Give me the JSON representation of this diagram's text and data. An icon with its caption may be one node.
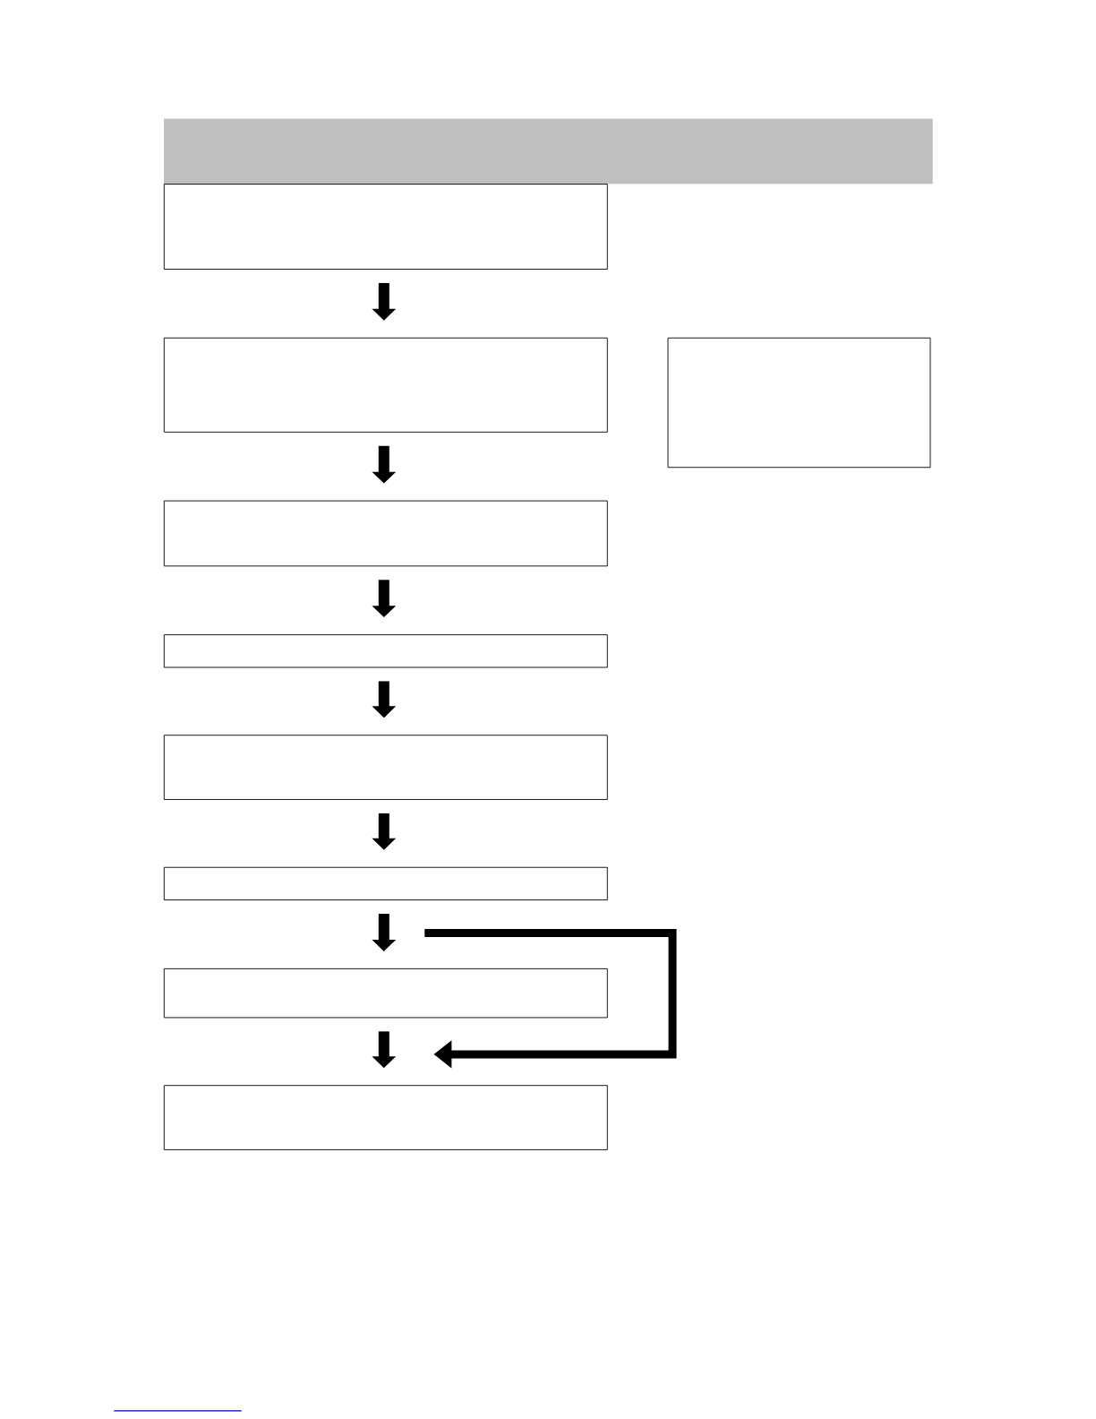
{
  "diagram": {
    "nodes": [
      {
        "text": [],
        "shape": "bar"
      },
      {
        "text": [],
        "shape": "box"
      },
      {
        "text": [],
        "shape": "box"
      },
      {
        "text": [],
        "shape": "box"
      },
      {
        "text": [],
        "shape": "box"
      },
      {
        "text": [],
        "shape": "box"
      },
      {
        "text": [],
        "shape": "box"
      },
      {
        "text": [],
        "shape": "box"
      },
      {
        "text": [],
        "shape": "box"
      },
      {
        "text": [],
        "shape": "box"
      }
    ],
    "edges": [
      {
        "from": 1,
        "to": 2,
        "arrow": "to"
      },
      {
        "from": 2,
        "to": 4,
        "arrow": "to"
      },
      {
        "from": 4,
        "to": 5,
        "arrow": "to"
      },
      {
        "from": 5,
        "to": 6,
        "arrow": "to"
      },
      {
        "from": 6,
        "to": 7,
        "arrow": "to"
      },
      {
        "from": 7,
        "to": 8,
        "arrow": "to"
      },
      {
        "from": 8,
        "to": 9,
        "arrow": "to"
      },
      {
        "from": 7,
        "to": 9,
        "arrow": "to"
      }
    ]
  }
}
